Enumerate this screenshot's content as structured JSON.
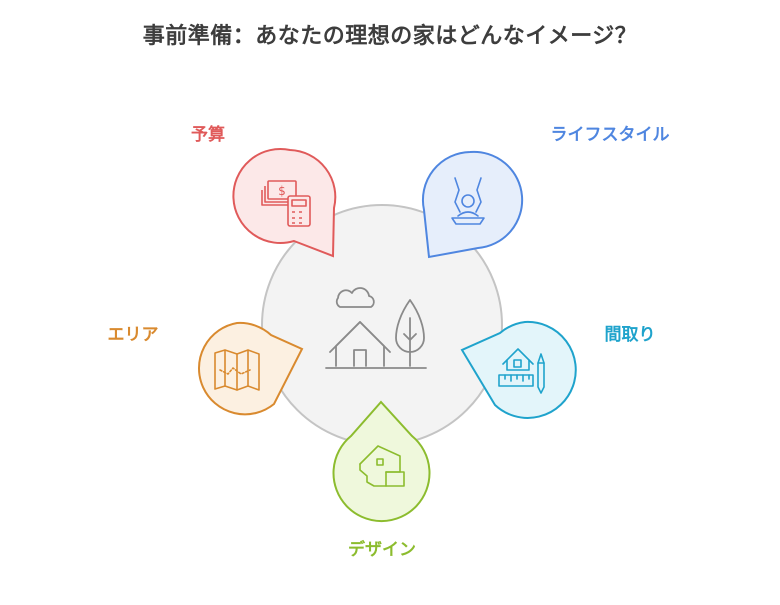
{
  "title": "事前準備：あなたの理想の家はどんなイメージ？",
  "center": {
    "icon": "house-with-tree-and-cloud-icon"
  },
  "items": [
    {
      "label": "予算",
      "icon": "money-calculator-icon",
      "color": "#e05a5a",
      "fill": "#fce8e8"
    },
    {
      "label": "ライフスタイル",
      "icon": "person-swing-icon",
      "color": "#4f86e0",
      "fill": "#e6eefb"
    },
    {
      "label": "間取り",
      "icon": "house-ruler-pencil-icon",
      "color": "#1fa3cc",
      "fill": "#e3f5fa"
    },
    {
      "label": "デザイン",
      "icon": "house-plan-icon",
      "color": "#8cbc2e",
      "fill": "#eff8dc"
    },
    {
      "label": "エリア",
      "icon": "map-icon",
      "color": "#d98a2f",
      "fill": "#fcf0e1"
    }
  ]
}
